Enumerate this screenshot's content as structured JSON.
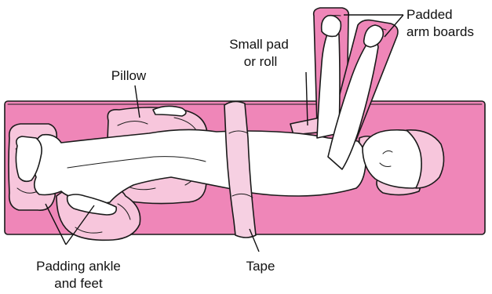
{
  "labels": {
    "padded_arm_boards_line1": "Padded",
    "padded_arm_boards_line2": "arm boards",
    "small_pad_line1": "Small pad",
    "small_pad_line2": "or roll",
    "pillow": "Pillow",
    "padding_line1": "Padding ankle",
    "padding_line2": "and feet",
    "tape": "Tape"
  },
  "colors": {
    "table": "#ef86b8",
    "tape": "#f6d0e2",
    "padding": "#f7c6dc",
    "skin": "#ffffff",
    "outline": "#1a1a1a"
  }
}
